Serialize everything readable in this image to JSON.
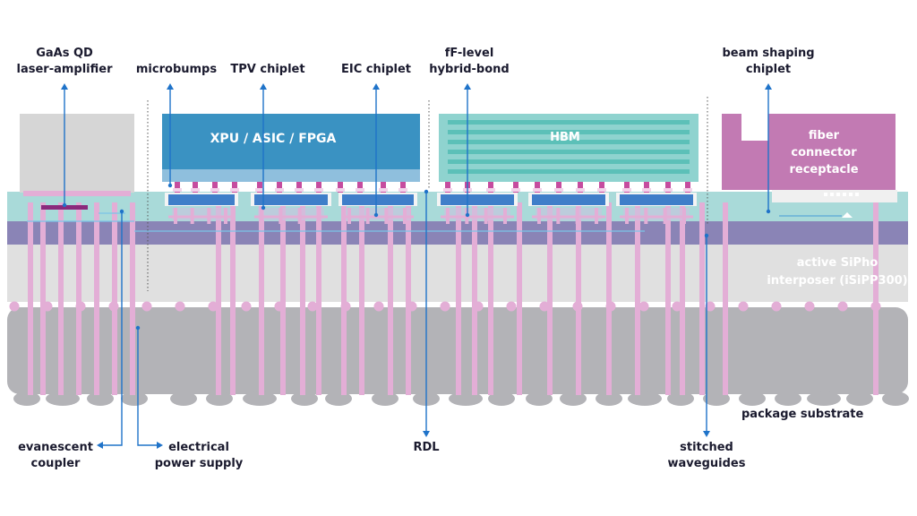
{
  "labels": {
    "gaas_l1": "GaAs QD",
    "gaas_l2": "laser-amplifier",
    "microbumps": "microbumps",
    "tpv": "TPV chiplet",
    "eic": "EIC chiplet",
    "ff_l1": "fF-level",
    "ff_l2": "hybrid-bond",
    "beam_l1": "beam shaping",
    "beam_l2": "chiplet",
    "xpu": "XPU / ASIC / FPGA",
    "hbm": "HBM",
    "fiber_l1": "fiber",
    "fiber_l2": "connector",
    "fiber_l3": "receptacle",
    "interposer_l1": "active SiPho",
    "interposer_l2": "interposer (iSiPP300)",
    "substrate": "package substrate",
    "evan_l1": "evanescent",
    "evan_l2": "coupler",
    "power_l1": "electrical",
    "power_l2": "power supply",
    "rdl": "RDL",
    "stitched_l1": "stitched",
    "stitched_l2": "waveguides"
  },
  "colors": {
    "gray_block": "#d6d6d6",
    "xpu": "#3a92c2",
    "hbm_bg": "#8fd3cf",
    "hbm_stripe": "#5cc0b8",
    "fiber": "#c27ab3",
    "interposer_top": "#a9dad9",
    "interposer_mid": "#8a84b6",
    "interposer_body": "#e0e0e0",
    "substrate": "#b3b3b7",
    "pink": "#e3aed6",
    "leader": "#1f73c9",
    "chiplet": "#3f7ec9"
  }
}
